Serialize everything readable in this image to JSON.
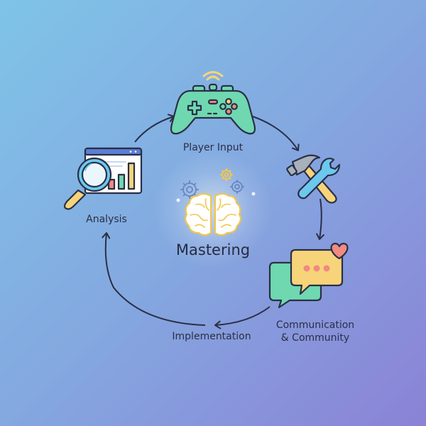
{
  "diagram": {
    "type": "cycle",
    "center": {
      "label": "Mastering",
      "icon": "brain-with-gears-icon"
    },
    "nodes": [
      {
        "id": "player-input",
        "label": "Player Input",
        "icon": "game-controller-icon"
      },
      {
        "id": "tools",
        "label": "",
        "icon": "hammer-wrench-icon"
      },
      {
        "id": "communication",
        "label_line1": "Communication",
        "label_line2": "& Community",
        "icon": "chat-bubbles-heart-icon"
      },
      {
        "id": "implementation",
        "label": "Implementation",
        "icon": ""
      },
      {
        "id": "analysis",
        "label": "Analysis",
        "icon": "magnifier-chart-icon"
      }
    ],
    "flow": [
      "Analysis → Player Input",
      "Player Input → Tools",
      "Tools → Communication & Community",
      "Communication & Community → Implementation",
      "Implementation → Analysis"
    ]
  },
  "colors": {
    "bg_top_left": "#7fc4e8",
    "bg_bottom_right": "#8b82d6",
    "stroke": "#2a2f45",
    "mint": "#6fd8b0",
    "yellow": "#f7d47a",
    "coral": "#f08a82",
    "sky": "#6cc8ef",
    "gray": "#a8b0bc"
  }
}
